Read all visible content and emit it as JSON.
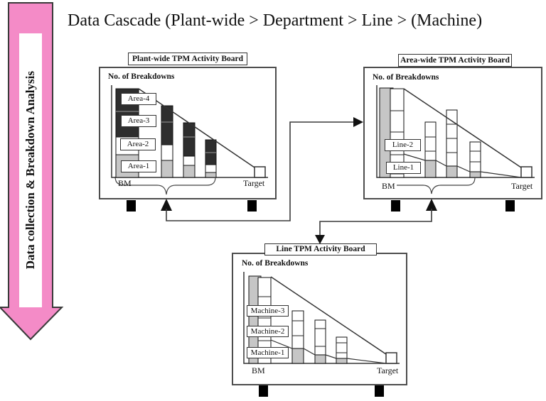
{
  "page_title": "Data Cascade (Plant-wide > Department > Line > (Machine)",
  "side_arrow": {
    "label": "Data collection & Breakdown Analysis",
    "fill_color": "#f48bc7"
  },
  "colors": {
    "bar_dark": "#2e2e2e",
    "bar_gray": "#c6c6c6",
    "bar_white": "#ffffff",
    "line": "#333333",
    "arrow_pink": "#f48bc7"
  },
  "panels": {
    "plant": {
      "title": "Plant-wide TPM Activity Board",
      "y_axis_label": "No. of Breakdowns",
      "bm": "BM",
      "target": "Target",
      "stacks": [
        "Area-4",
        "Area-3",
        "Area-2",
        "Area-1"
      ]
    },
    "area": {
      "title": "Area-wide TPM Activity Board",
      "y_axis_label": "No. of Breakdowns",
      "bm": "BM",
      "target": "Target",
      "stacks": [
        "Line-2",
        "Line-1"
      ]
    },
    "line": {
      "title": "Line TPM Activity Board",
      "y_axis_label": "No. of Breakdowns",
      "bm": "BM",
      "target": "Target",
      "stacks": [
        "Machine-3",
        "Machine-2",
        "Machine-1"
      ]
    }
  },
  "chart_data": [
    {
      "type": "bar",
      "variant": "stacked-decline-to-target",
      "title": "Plant-wide TPM Activity Board",
      "ylabel": "No. of Breakdowns",
      "x_start_label": "BM",
      "x_end_label": "Target",
      "stack_labels": [
        "Area-4",
        "Area-3",
        "Area-2",
        "Area-1"
      ],
      "bars_relative_height": [
        1.0,
        0.81,
        0.62,
        0.42
      ],
      "target_relative_height": 0.12,
      "note": "No numeric axis shown; stacked bars (dark/white/gray segments) decline from benchmark BM toward small white Target box; diagonal guide line from first bar top to target"
    },
    {
      "type": "bar",
      "variant": "stacked-decline-to-target",
      "title": "Area-wide TPM Activity Board",
      "ylabel": "No. of Breakdowns",
      "x_start_label": "BM",
      "x_end_label": "Target",
      "stack_labels": [
        "Line-2",
        "Line-1"
      ],
      "bars_relative_height": [
        1.0,
        0.62,
        0.75,
        0.4
      ],
      "target_relative_height": 0.12,
      "note": "First bar = solid gray plus segmented white bar; later bars white-segmented with gray base; two guide lines run to the target"
    },
    {
      "type": "bar",
      "variant": "stacked-decline-to-target",
      "title": "Line TPM Activity Board",
      "ylabel": "No. of Breakdowns",
      "x_start_label": "BM",
      "x_end_label": "Target",
      "stack_labels": [
        "Machine-3",
        "Machine-2",
        "Machine-1"
      ],
      "bars_relative_height": [
        1.0,
        0.6,
        0.5,
        0.3
      ],
      "target_relative_height": 0.12,
      "note": "First bar = solid gray plus segmented white bar; later bars white-segmented with gray base; two guide lines run to the target"
    }
  ]
}
